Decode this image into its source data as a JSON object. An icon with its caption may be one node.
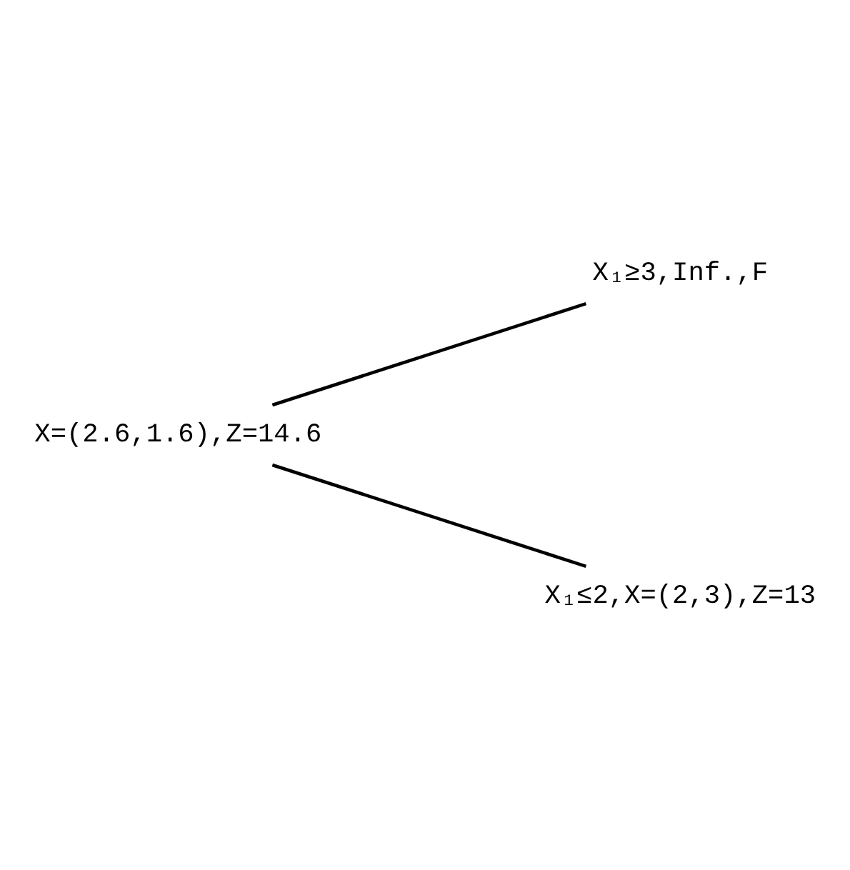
{
  "diagram": {
    "nodes": [
      {
        "text": [
          "X=(2.6,1.6),Z=14.6"
        ]
      },
      {
        "text": [
          "X₁≥3,Inf.,F"
        ]
      },
      {
        "text": [
          "X₁≤2,X=(2,3),Z=13"
        ]
      }
    ],
    "edges": [
      {
        "from": 0,
        "to": 1,
        "arrow": "none"
      },
      {
        "from": 0,
        "to": 2,
        "arrow": "none"
      }
    ]
  }
}
